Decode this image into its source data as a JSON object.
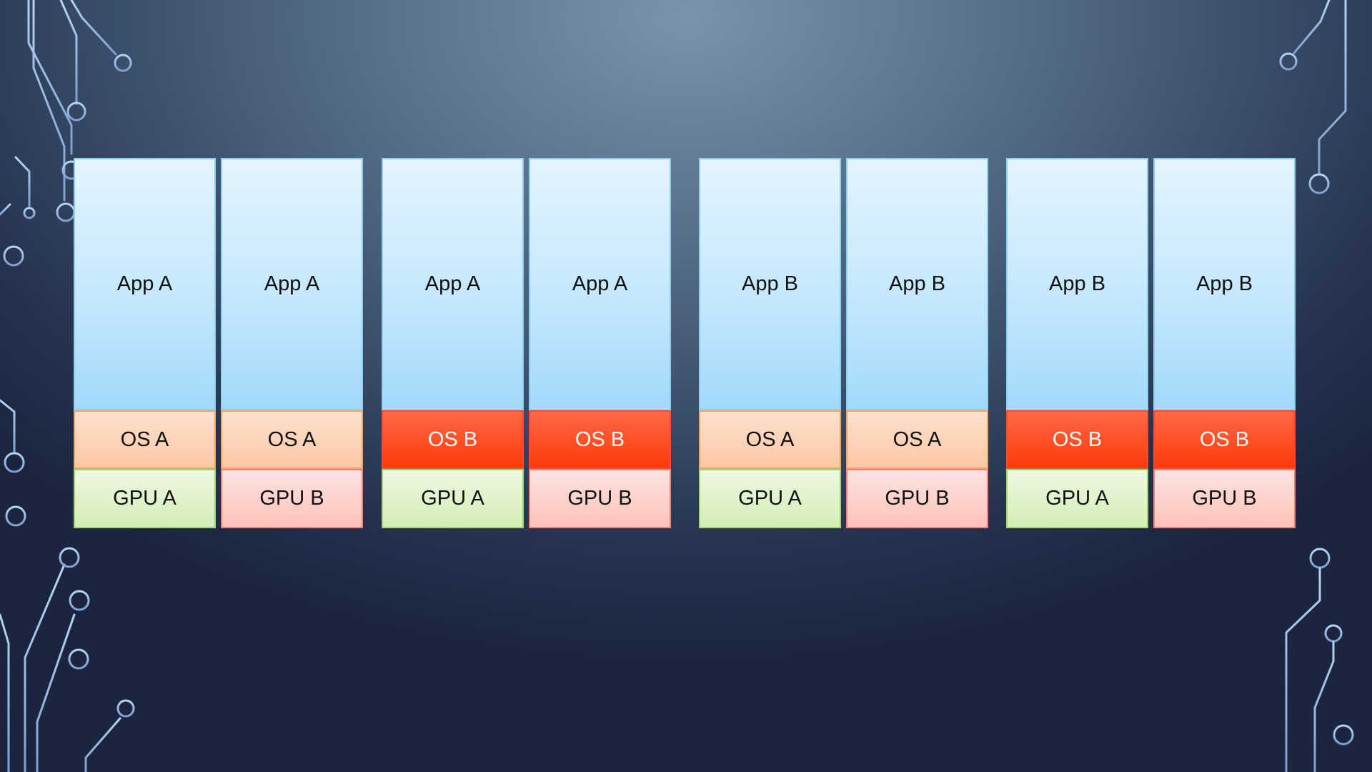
{
  "columns": [
    {
      "app": "App A",
      "os": "OS A",
      "gpu": "GPU A",
      "os_variant": "a",
      "gpu_variant": "a"
    },
    {
      "app": "App A",
      "os": "OS A",
      "gpu": "GPU B",
      "os_variant": "a",
      "gpu_variant": "b"
    },
    {
      "app": "App A",
      "os": "OS B",
      "gpu": "GPU A",
      "os_variant": "b",
      "gpu_variant": "a"
    },
    {
      "app": "App A",
      "os": "OS B",
      "gpu": "GPU B",
      "os_variant": "b",
      "gpu_variant": "b"
    },
    {
      "app": "App B",
      "os": "OS A",
      "gpu": "GPU A",
      "os_variant": "a",
      "gpu_variant": "a"
    },
    {
      "app": "App B",
      "os": "OS A",
      "gpu": "GPU B",
      "os_variant": "a",
      "gpu_variant": "b"
    },
    {
      "app": "App B",
      "os": "OS B",
      "gpu": "GPU A",
      "os_variant": "b",
      "gpu_variant": "a"
    },
    {
      "app": "App B",
      "os": "OS B",
      "gpu": "GPU B",
      "os_variant": "b",
      "gpu_variant": "b"
    }
  ],
  "colors": {
    "app_fill": "#c4e8fd",
    "os_a_fill": "#fbc7a4",
    "os_b_fill": "#fd3a0a",
    "gpu_a_fill": "#d3eeb6",
    "gpu_b_fill": "#fec2ba",
    "circuit_line": "#8fb6dc"
  }
}
